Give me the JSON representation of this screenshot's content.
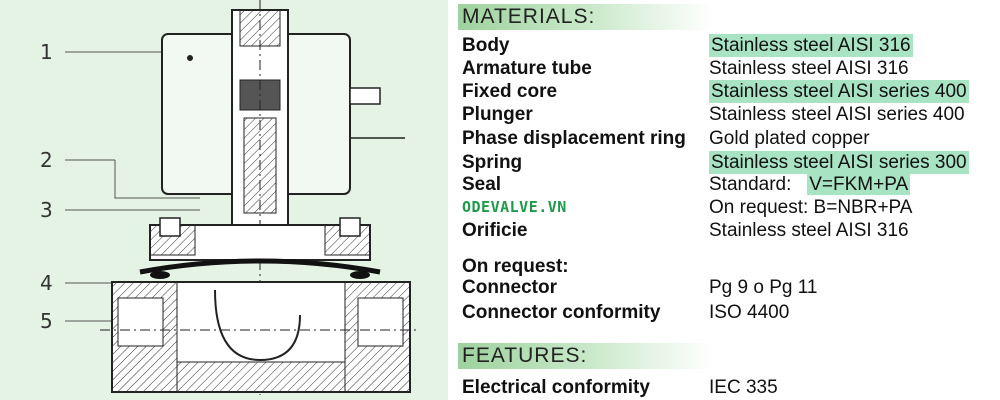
{
  "callouts": [
    "1",
    "2",
    "3",
    "4",
    "5"
  ],
  "sections": {
    "materials": "MATERIALS:",
    "features": "FEATURES:"
  },
  "materials": [
    {
      "label": "Body",
      "value": "Stainless steel  AISI 316",
      "highlight": true
    },
    {
      "label": "Armature tube",
      "value": "Stainless steel  AISI 316",
      "highlight": false
    },
    {
      "label": "Fixed core",
      "value": "Stainless steel  AISI series 400",
      "highlight": true
    },
    {
      "label": "Plunger",
      "value": "Stainless steel  AISI series 400",
      "highlight": false
    },
    {
      "label": "Phase displacement ring",
      "value": "Gold plated copper",
      "highlight": false
    },
    {
      "label": "Spring",
      "value": "Stainless steel  AISI series 300",
      "highlight": true
    },
    {
      "label": "Seal",
      "value_prefix": "Standard:",
      "value": "V=FKM+PA",
      "highlight": true
    }
  ],
  "watermark": "ODEVALVE.VN",
  "on_request_value": "On request: B=NBR+PA",
  "orificie": {
    "label": "Orificie",
    "value": "Stainless steel  AISI 316"
  },
  "on_request_title": "On request:",
  "connector": {
    "label": "Connector",
    "value": "Pg 9 o Pg 11"
  },
  "connector_conformity": {
    "label": "Connector conformity",
    "value": "ISO 4400"
  },
  "electrical_conformity": {
    "label": "Electrical conformity",
    "value": "IEC 335"
  },
  "colors": {
    "panel": "#e4f3e4",
    "highlight": "#a8e3c4",
    "watermark": "#1f9a4a"
  }
}
